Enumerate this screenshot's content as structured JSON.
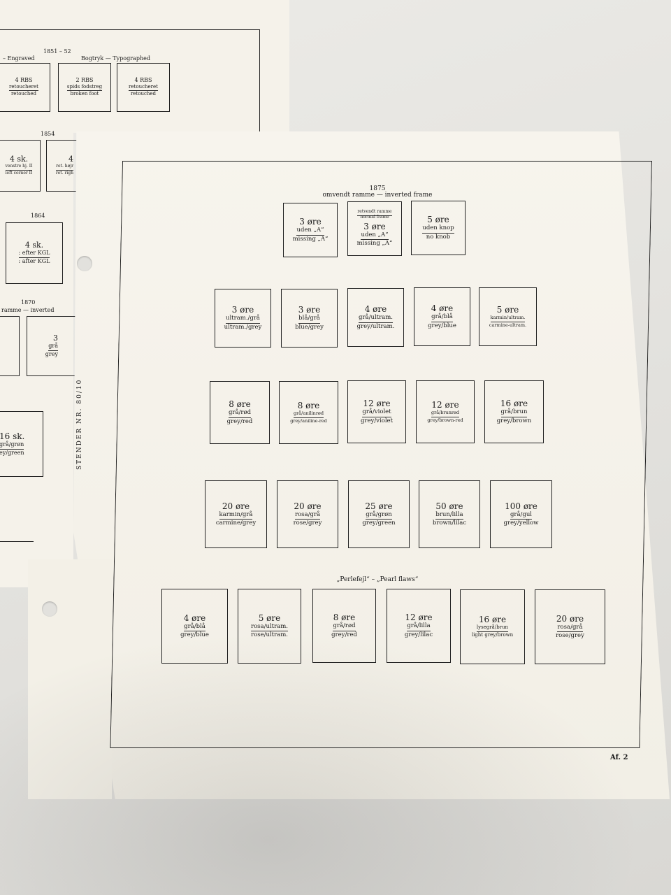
{
  "back_page": {
    "header_left": "– Engraved",
    "year_1851": "1851 – 52",
    "header_right": "Bogtryk — Typographed",
    "stamps_row1": [
      {
        "title": "4 RBS",
        "l1": "retoucheret",
        "l2": "retouched"
      },
      {
        "title": "2 RBS",
        "l1": "spids fodstreg",
        "l2": "broken foot"
      },
      {
        "title": "4 RBS",
        "l1": "retoucheret",
        "l2": "retouched"
      }
    ],
    "year_1854": "1854",
    "stamps_1854": [
      {
        "title": "4 sk.",
        "l1": "venstre hj. II",
        "l2": "left corner II"
      },
      {
        "title": "4",
        "l1": "ret. højr",
        "l2": "ret. righ"
      }
    ],
    "year_1864": "1864",
    "stamp_1864": {
      "title": "4 sk.",
      "l1": ": efter KGL",
      "l2": ": after KGL"
    },
    "year_1870": "1870",
    "header_1870": "ramme — inverted",
    "stamp_1870": {
      "title": "3",
      "l1": "grå",
      "l2": "grey"
    },
    "stamp_16": {
      "title": "16 sk.",
      "l1": "grå/grøn",
      "l2": "ey/green"
    }
  },
  "front_page": {
    "stender": "STENDER NR. 80/10",
    "year": "1875",
    "subtitle": "omvendt ramme — inverted frame",
    "row1": [
      {
        "title": "3 øre",
        "l1": "uden „A“",
        "l2": "missing „A“"
      },
      {
        "pre1": "retvendt ramme",
        "pre2": "normal frame",
        "title": "3 øre",
        "l1": "uden „A“",
        "l2": "missing „A“"
      },
      {
        "title": "5 øre",
        "l1": "uden knop",
        "l2": "no knob"
      }
    ],
    "row2": [
      {
        "title": "3 øre",
        "l1": "ultram./grå",
        "l2": "ultram./grey"
      },
      {
        "title": "3 øre",
        "l1": "blå/grå",
        "l2": "blue/grey"
      },
      {
        "title": "4 øre",
        "l1": "grå/ultram.",
        "l2": "grey/ultram."
      },
      {
        "title": "4 øre",
        "l1": "grå/blå",
        "l2": "grey/blue"
      },
      {
        "title": "5 øre",
        "l1": "karmin/ultram.",
        "l2": "carmine-ultram."
      }
    ],
    "row3": [
      {
        "title": "8 øre",
        "l1": "grå/rød",
        "l2": "grey/red"
      },
      {
        "title": "8 øre",
        "l1": "grå/anilinrød",
        "l2": "grey/aniline-red"
      },
      {
        "title": "12 øre",
        "l1": "grå/violet",
        "l2": "grey/violet"
      },
      {
        "title": "12 øre",
        "l1": "grå/brunrød",
        "l2": "grey/brown-red"
      },
      {
        "title": "16 øre",
        "l1": "grå/brun",
        "l2": "grey/brown"
      }
    ],
    "row4": [
      {
        "title": "20 øre",
        "l1": "karmin/grå",
        "l2": "carmine/grey"
      },
      {
        "title": "20 øre",
        "l1": "rosa/grå",
        "l2": "rose/grey"
      },
      {
        "title": "25 øre",
        "l1": "grå/grøn",
        "l2": "grey/green"
      },
      {
        "title": "50 øre",
        "l1": "brun/lilla",
        "l2": "brown/lilac"
      },
      {
        "title": "100 øre",
        "l1": "grå/gul",
        "l2": "grey/yellow"
      }
    ],
    "pearl_heading": "„Perlefejl“ – „Pearl flaws“",
    "row5": [
      {
        "title": "4 øre",
        "l1": "grå/blå",
        "l2": "grey/blue"
      },
      {
        "title": "5 øre",
        "l1": "rosa/ultram.",
        "l2": "rose/ultram."
      },
      {
        "title": "8 øre",
        "l1": "grå/rød",
        "l2": "grey/red"
      },
      {
        "title": "12 øre",
        "l1": "grå/lilla",
        "l2": "grey/lilac"
      },
      {
        "title": "16 øre",
        "l1": "lysegrå/brun",
        "l2": "light grey/brown"
      },
      {
        "title": "20 øre",
        "l1": "rosa/grå",
        "l2": "rose/grey"
      }
    ],
    "page_number": "Af. 2"
  }
}
